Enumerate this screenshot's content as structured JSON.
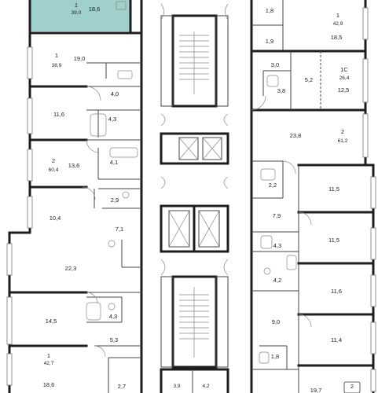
{
  "highlight_color": "#9fd0cc",
  "wall_color": "#1e1e1e",
  "rooms_left": [
    {
      "id": "l-top-rooms",
      "apt": "1",
      "area": "39,0",
      "room": "18,6"
    },
    {
      "id": "l-a2",
      "apt": "1",
      "area": "38,9",
      "room": "19,0"
    },
    {
      "id": "l-40",
      "room": "4,0"
    },
    {
      "id": "l-116",
      "room": "11,6"
    },
    {
      "id": "l-43a",
      "room": "4,3"
    },
    {
      "id": "l-a3",
      "apt": "2",
      "area": "60,4",
      "room": "13,6"
    },
    {
      "id": "l-41",
      "room": "4,1"
    },
    {
      "id": "l-29",
      "room": "2,9"
    },
    {
      "id": "l-104",
      "room": "10,4"
    },
    {
      "id": "l-71",
      "room": "7,1"
    },
    {
      "id": "l-223",
      "room": "22,3"
    },
    {
      "id": "l-145",
      "room": "14,5"
    },
    {
      "id": "l-43b",
      "room": "4,3"
    },
    {
      "id": "l-53",
      "room": "5,3"
    },
    {
      "id": "l-a5",
      "apt": "1",
      "area": "42,7",
      "room": "18,6"
    },
    {
      "id": "l-27",
      "room": "2,7"
    }
  ],
  "rooms_center": [
    {
      "id": "c-39",
      "room": "3,9"
    },
    {
      "id": "c-42",
      "room": "4,2"
    }
  ],
  "rooms_right": [
    {
      "id": "r-18a",
      "room": "1,8"
    },
    {
      "id": "r-a1",
      "apt": "1",
      "area": "42,9",
      "room": "18,5"
    },
    {
      "id": "r-19",
      "room": "1,9"
    },
    {
      "id": "r-30",
      "room": "3,0"
    },
    {
      "id": "r-52",
      "room": "5,2"
    },
    {
      "id": "r-38",
      "room": "3,8"
    },
    {
      "id": "r-a2",
      "apt": "1С",
      "area": "26,4",
      "room": "12,5"
    },
    {
      "id": "r-a3",
      "apt": "2",
      "area": "61,2",
      "room": "23,8"
    },
    {
      "id": "r-22",
      "room": "2,2"
    },
    {
      "id": "r-115a",
      "room": "11,5"
    },
    {
      "id": "r-79",
      "room": "7,9"
    },
    {
      "id": "r-115b",
      "room": "11,5"
    },
    {
      "id": "r-43",
      "room": "4,3"
    },
    {
      "id": "r-42",
      "room": "4,2"
    },
    {
      "id": "r-116",
      "room": "11,6"
    },
    {
      "id": "r-90",
      "room": "9,0"
    },
    {
      "id": "r-114",
      "room": "11,4"
    },
    {
      "id": "r-18b",
      "room": "1,8"
    },
    {
      "id": "r-197",
      "room": "19,7"
    },
    {
      "id": "r-a4",
      "apt": "2"
    }
  ]
}
